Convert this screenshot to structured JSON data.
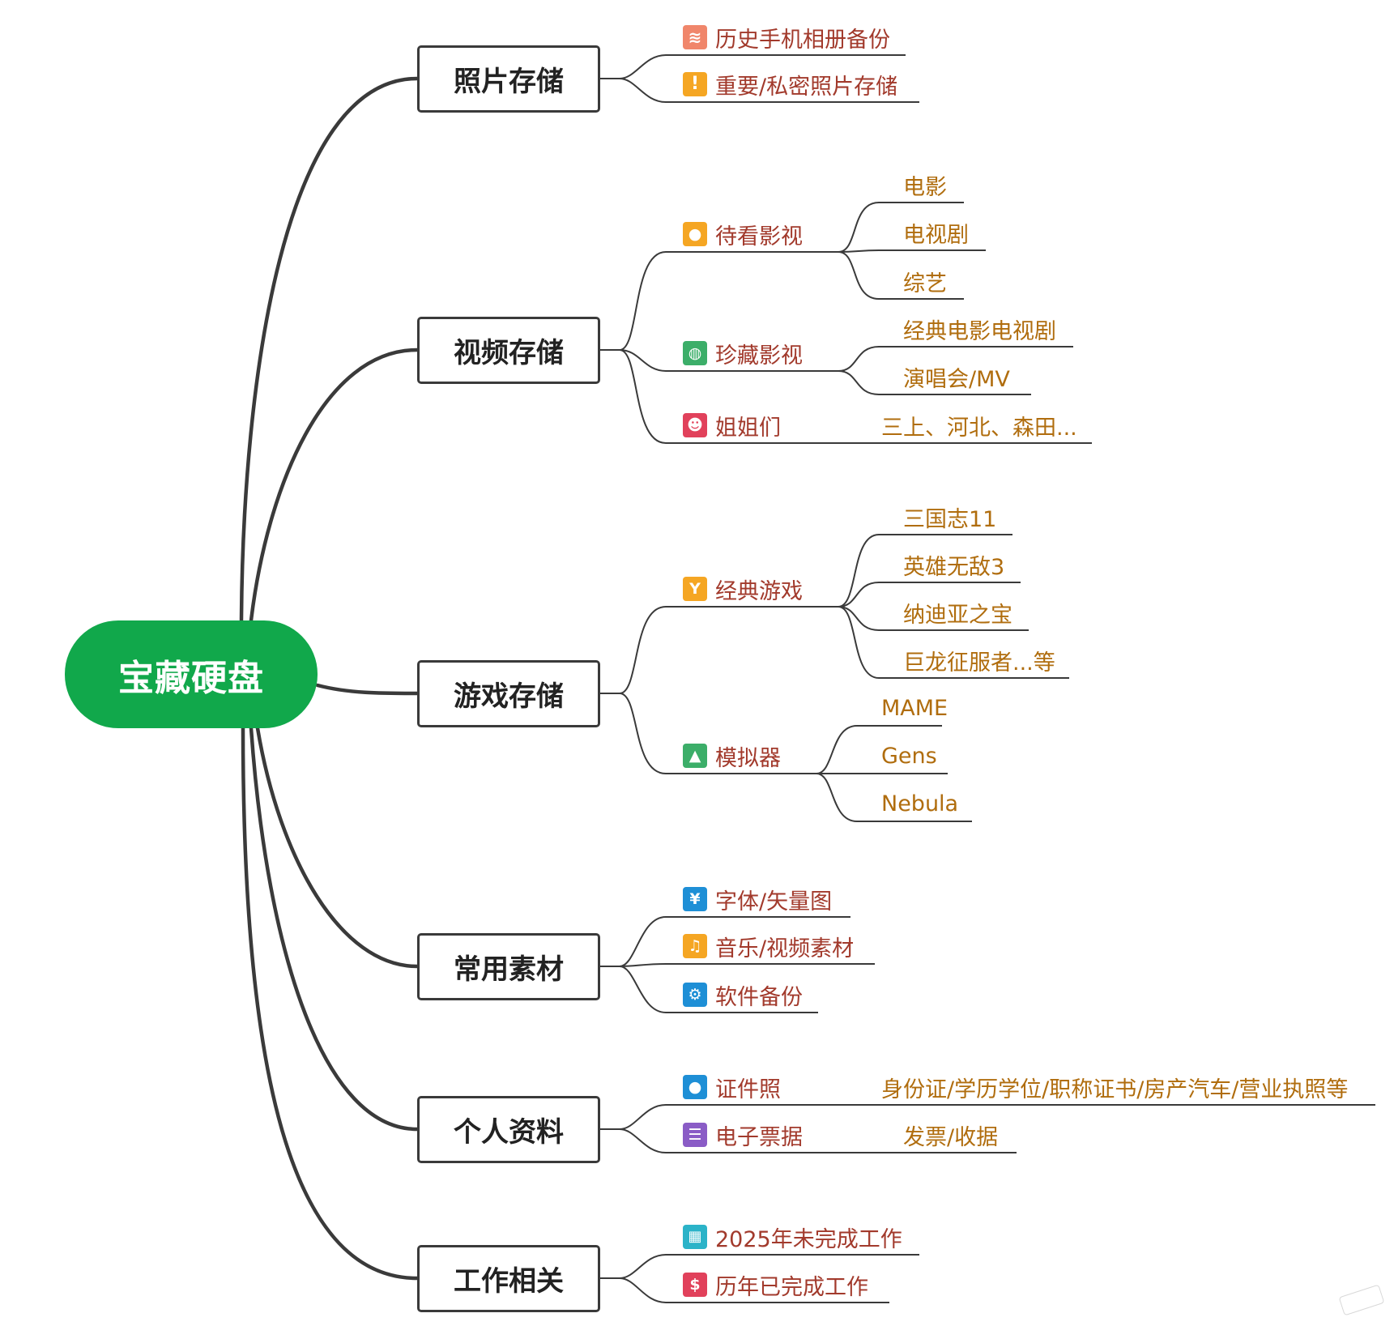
{
  "root": {
    "label": "宝藏硬盘"
  },
  "branches": [
    {
      "label": "照片存储",
      "items": [
        {
          "label": "历史手机相册备份",
          "icon": "layers-icon",
          "color": "#f0866b"
        },
        {
          "label": "重要/私密照片存储",
          "icon": "exclamation-icon",
          "color": "#f5a623"
        }
      ]
    },
    {
      "label": "视频存储",
      "items": [
        {
          "label": "待看影视",
          "icon": "bomb-icon",
          "color": "#f5a623",
          "children": [
            "电影",
            "电视剧",
            "综艺"
          ]
        },
        {
          "label": "珍藏影视",
          "icon": "globe-icon",
          "color": "#3cae69",
          "children": [
            "经典电影电视剧",
            "演唱会/MV"
          ]
        },
        {
          "label": "姐姐们",
          "icon": "person-icon",
          "color": "#e1415b",
          "children": [
            "三上、河北、森田..."
          ]
        }
      ]
    },
    {
      "label": "游戏存储",
      "items": [
        {
          "label": "经典游戏",
          "icon": "trophy-icon",
          "color": "#f5a623",
          "children": [
            "三国志11",
            "英雄无敌3",
            "纳迪亚之宝",
            "巨龙征服者...等"
          ]
        },
        {
          "label": "模拟器",
          "icon": "rocket-icon",
          "color": "#3cae69",
          "children": [
            "MAME",
            "Gens",
            "Nebula"
          ]
        }
      ]
    },
    {
      "label": "常用素材",
      "items": [
        {
          "label": "字体/矢量图",
          "icon": "yen-icon",
          "color": "#1e8fd6"
        },
        {
          "label": "音乐/视频素材",
          "icon": "music-icon",
          "color": "#f5a623"
        },
        {
          "label": "软件备份",
          "icon": "gear-icon",
          "color": "#1e8fd6"
        }
      ]
    },
    {
      "label": "个人资料",
      "items": [
        {
          "label": "证件照",
          "icon": "user-icon",
          "color": "#1e8fd6",
          "children": [
            "身份证/学历学位/职称证书/房产汽车/营业执照等"
          ]
        },
        {
          "label": "电子票据",
          "icon": "list-icon",
          "color": "#8a5cc6",
          "children": [
            "发票/收据"
          ]
        }
      ]
    },
    {
      "label": "工作相关",
      "items": [
        {
          "label": "2025年未完成工作",
          "icon": "calendar-icon",
          "color": "#2bb3c8"
        },
        {
          "label": "历年已完成工作",
          "icon": "dollar-icon",
          "color": "#e1415b"
        }
      ]
    }
  ]
}
